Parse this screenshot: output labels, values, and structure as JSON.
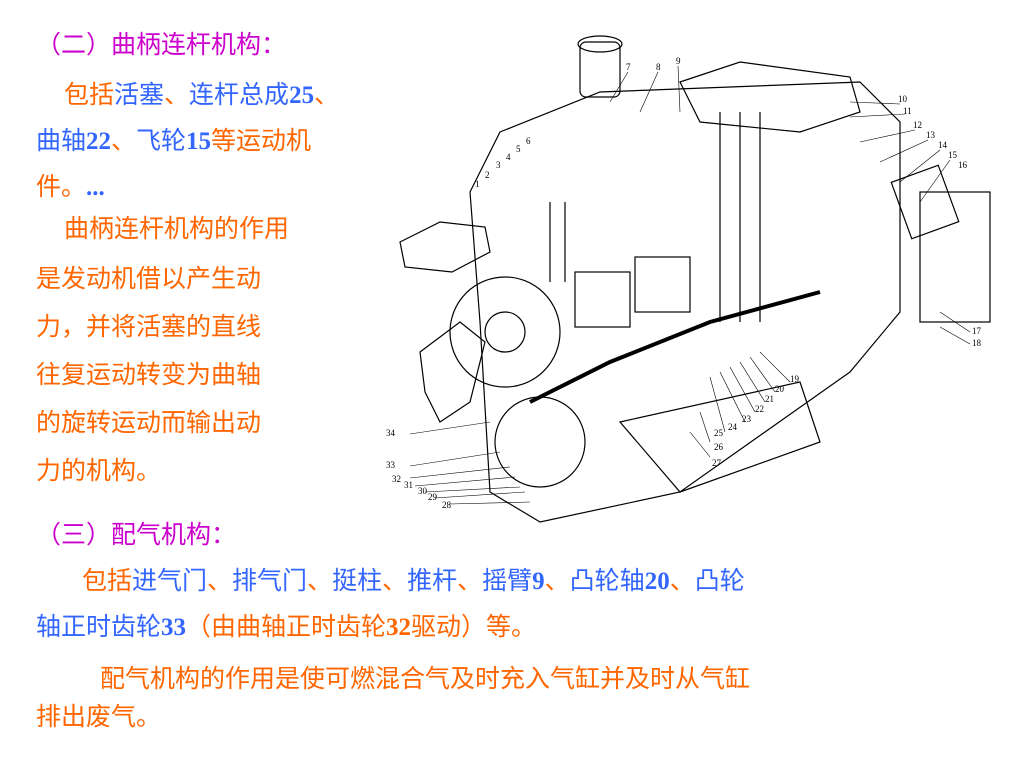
{
  "section2": {
    "heading": "（二）曲柄连杆机构：",
    "includes": {
      "lead": "包括",
      "part1": "活塞",
      "sep1": "、",
      "part2": "连杆总成",
      "num2": "25",
      "sep2": "、",
      "part3": "曲轴",
      "num3": "22",
      "sep3": "、",
      "part4": "飞轮",
      "num4": "15",
      "part5": "等运动机",
      "line3": "件。",
      "ellipsis": "..."
    },
    "function_lines": [
      "曲柄连杆机构的作用",
      "是发动机借以产生动",
      "力，并将活塞的直线",
      "往复运动转变为曲轴",
      "的旋转运动而输出动",
      "力的机构。"
    ]
  },
  "section3": {
    "heading": "（三）配气机构：",
    "includes_line1": {
      "lead": "包括",
      "p1": "进气门",
      "s1": "、",
      "p2": "排气门",
      "s2": "、",
      "p3": "挺柱",
      "s3": "、",
      "p4": "推杆",
      "s4": "、",
      "p5": "摇臂",
      "n5": "9",
      "s5": "、",
      "p6": "凸轮轴",
      "n6": "20",
      "s6": "、",
      "p7": "凸轮"
    },
    "includes_line2": {
      "p1": "轴正时齿轮",
      "n1": "33",
      "p2": "（由曲轴正时齿轮",
      "n2": "32",
      "p3": "驱动）等。"
    },
    "function_lines": [
      "配气机构的作用是使可燃混合气及时充入气缸并及时从气缸",
      "排出废气。"
    ]
  },
  "diagram": {
    "labels_top": [
      "7",
      "8",
      "9",
      "10",
      "11",
      "12",
      "13",
      "14",
      "15",
      "16"
    ],
    "labels_left": [
      "1",
      "2",
      "3",
      "4",
      "5",
      "6"
    ],
    "labels_right": [
      "17",
      "18",
      "19",
      "20",
      "21",
      "22",
      "23",
      "24",
      "25",
      "26",
      "27"
    ],
    "labels_bottom_left": [
      "34",
      "33",
      "32",
      "31",
      "30",
      "29",
      "28"
    ]
  },
  "colors": {
    "heading": "#cc00cc",
    "orange": "#ff6600",
    "blue": "#3366ff",
    "ink": "#000000"
  }
}
